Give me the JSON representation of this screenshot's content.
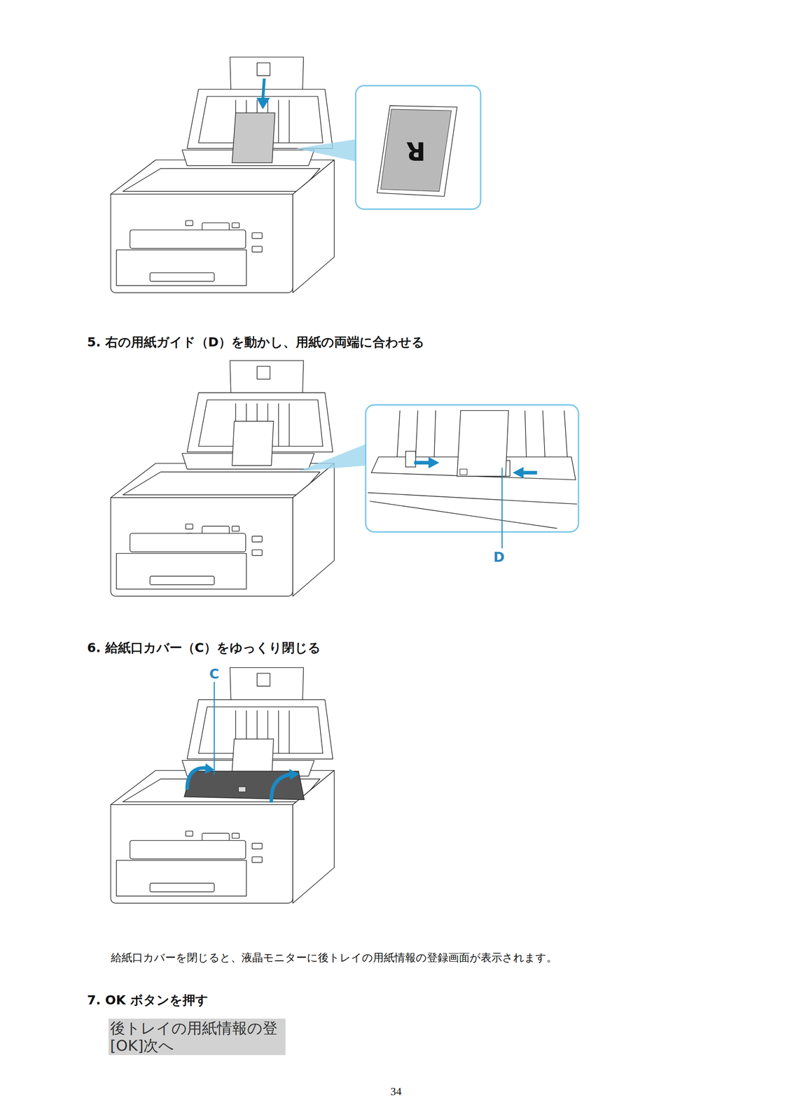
{
  "diagram": {
    "nodes": [
      {
        "text": [
          "後トレイの用紙情報の登",
          "[OK]次へ"
        ]
      }
    ],
    "labels": [
      "R",
      "5. 右の用紙ガイド（D）を動かし、用紙の両端に合わせる",
      "D",
      "6. 給紙口カバー（C）をゆっくり閉じる",
      "C",
      "給紙口カバーを閉じると、液晶モニターに後トレイの用紙情報の登録画面が表示されます。",
      "7. OK ボタンを押す",
      "34"
    ]
  }
}
